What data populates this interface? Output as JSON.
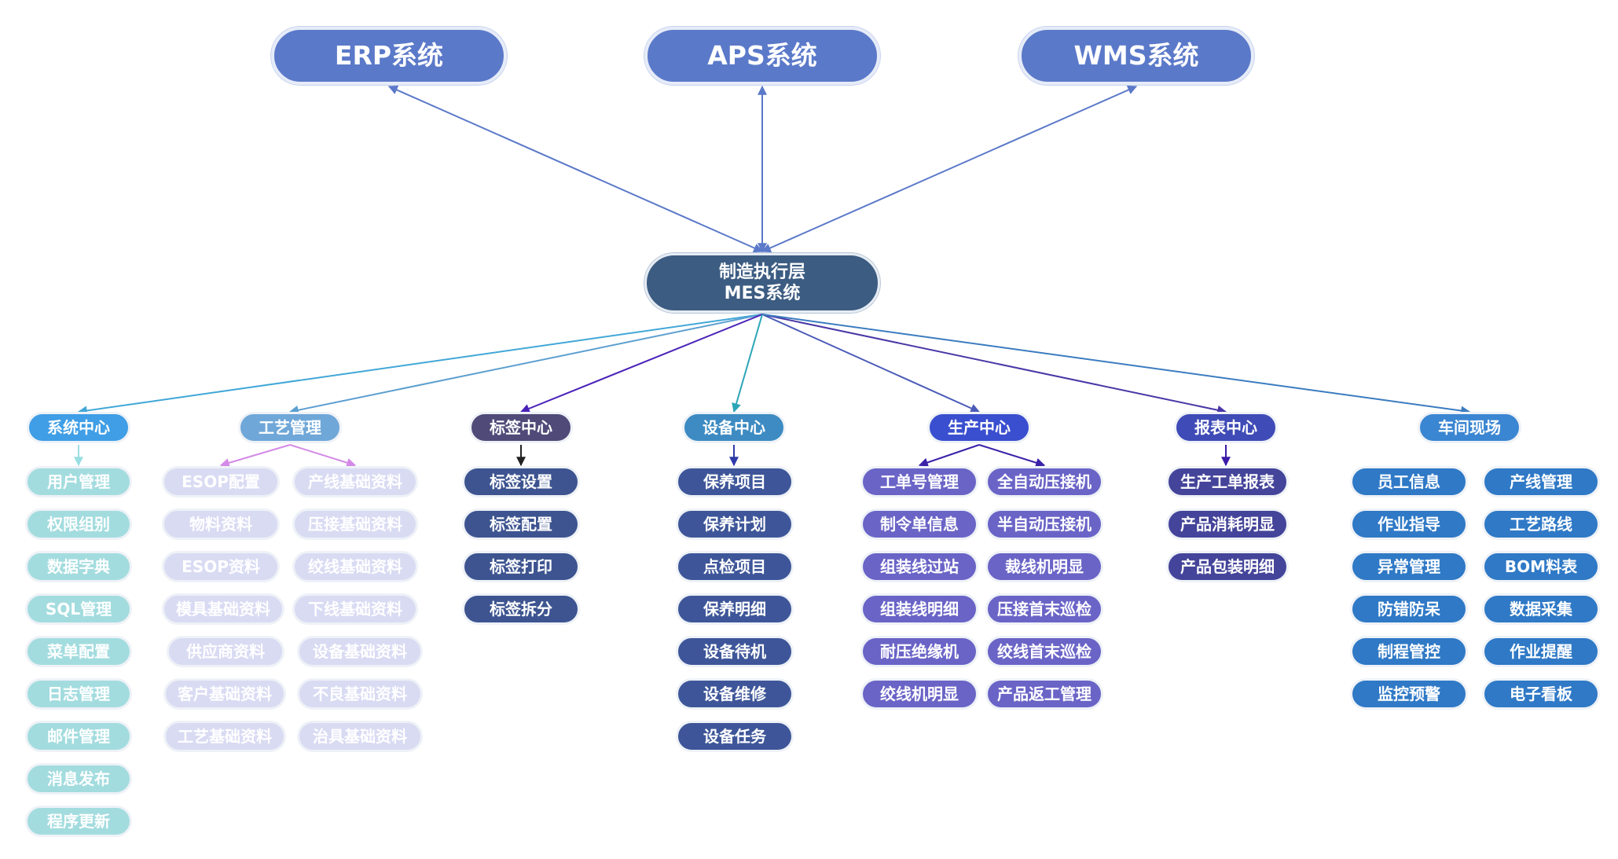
{
  "top_systems": [
    {
      "label": "ERP系统"
    },
    {
      "label": "APS系统"
    },
    {
      "label": "WMS系统"
    }
  ],
  "center": {
    "line1": "制造执行层",
    "line2": "MES系统"
  },
  "categories": [
    {
      "label": "系统中心",
      "color": "#3f9ee6",
      "link_color": "#41a7d8",
      "leaf_link_color": "#9adfe2",
      "items": [
        "用户管理",
        "权限组别",
        "数据字典",
        "SQL管理",
        "菜单配置",
        "日志管理",
        "邮件管理",
        "消息发布",
        "程序更新"
      ]
    },
    {
      "label": "工艺管理",
      "color": "#6fa7d8",
      "link_color": "#5c9fd0",
      "leaf_link_color": "#d48ae6",
      "items": [
        "ESOP配置",
        "产线基础资料",
        "物料资料",
        "压接基础资料",
        "ESOP资料",
        "绞线基础资料",
        "模具基础资料",
        "下线基础资料",
        "供应商资料",
        "设备基础资料",
        "客户基础资料",
        "不良基础资料",
        "工艺基础资料",
        "治具基础资料"
      ]
    },
    {
      "label": "标签中心",
      "color": "#4f4a78",
      "link_color": "#4a22b8",
      "leaf_link_color": "#222222",
      "items": [
        "标签设置",
        "标签配置",
        "标签打印",
        "标签拆分"
      ]
    },
    {
      "label": "设备中心",
      "color": "#3d8bc2",
      "link_color": "#2ba5b8",
      "leaf_link_color": "#2d3aa8",
      "items": [
        "保养项目",
        "保养计划",
        "点检项目",
        "保养明细",
        "设备待机",
        "设备维修",
        "设备任务"
      ]
    },
    {
      "label": "生产中心",
      "color": "#3a4fcf",
      "link_color": "#4b5bb8",
      "leaf_link_color": "#3b22a8",
      "items": [
        "工单号管理",
        "全自动压接机",
        "制令单信息",
        "半自动压接机",
        "组装线过站",
        "裁线机明显",
        "组装线明细",
        "压接首末巡检",
        "耐压绝缘机",
        "绞线首末巡检",
        "绞线机明显",
        "产品返工管理"
      ]
    },
    {
      "label": "报表中心",
      "color": "#3f4bb6",
      "link_color": "#4a37a6",
      "leaf_link_color": "#3c1aa8",
      "items": [
        "生产工单报表",
        "产品消耗明显",
        "产品包装明细"
      ]
    },
    {
      "label": "车间现场",
      "color": "#3b86d2",
      "link_color": "#3b7cc0",
      "leaf_link_color": "#3b7cc0",
      "items": [
        "员工信息",
        "产线管理",
        "作业指导",
        "工艺路线",
        "异常管理",
        "BOM料表",
        "防错防呆",
        "数据采集",
        "制程管控",
        "作业提醒",
        "监控预警",
        "电子看板"
      ]
    }
  ],
  "colors": {
    "top_link": "#5b79c9"
  }
}
